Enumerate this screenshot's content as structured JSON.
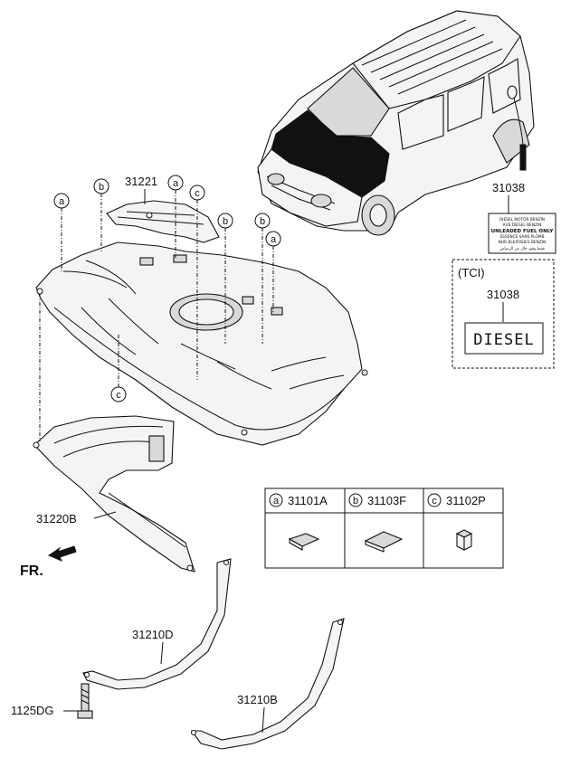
{
  "parts": {
    "p31221": "31221",
    "p31038": "31038",
    "p31038_tci": "31038",
    "p31220B": "31220B",
    "p31210D": "31210D",
    "p31210B": "31210B",
    "p1125DG": "1125DG"
  },
  "tci_label": "(TCI)",
  "diesel_label": "DIESEL",
  "fr_label": "FR.",
  "fuel_label_text": {
    "line1": "DIESEL MOTOR BENZIN",
    "line2": "AUS DIESEL BENZIN",
    "line3": "UNLEADED FUEL ONLY",
    "line4": "ESSENCE SANS PLOMB",
    "line5": "NUR BLEIFREIES BENZIN",
    "line6": "فقط وقود خال من الرصاص"
  },
  "callout_letters": {
    "a": "a",
    "b": "b",
    "c": "c"
  },
  "legend": [
    {
      "letter": "a",
      "part": "31101A"
    },
    {
      "letter": "b",
      "part": "31103F"
    },
    {
      "letter": "c",
      "part": "31102P"
    }
  ]
}
